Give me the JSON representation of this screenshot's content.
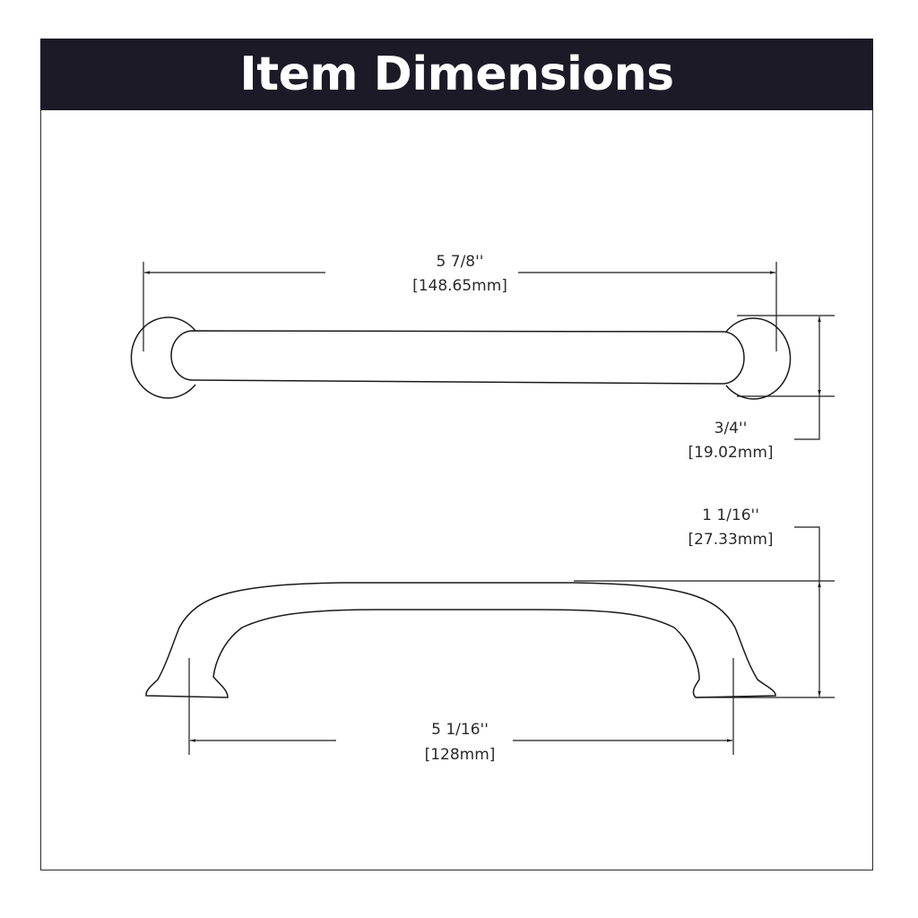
{
  "header": {
    "title": "Item Dimensions",
    "background_color": "#1b1a26",
    "text_color": "#ffffff"
  },
  "views": {
    "top_view": {
      "overall_length": {
        "imperial": "5 7/8''",
        "metric": "[148.65mm]"
      },
      "base_diameter": {
        "imperial": "3/4''",
        "metric": "[19.02mm]"
      }
    },
    "side_view": {
      "height": {
        "imperial": "1 1/16''",
        "metric": "[27.33mm]"
      },
      "center_to_center": {
        "imperial": "5 1/16''",
        "metric": "[128mm]"
      }
    }
  },
  "line_color": "#1a1a1a"
}
